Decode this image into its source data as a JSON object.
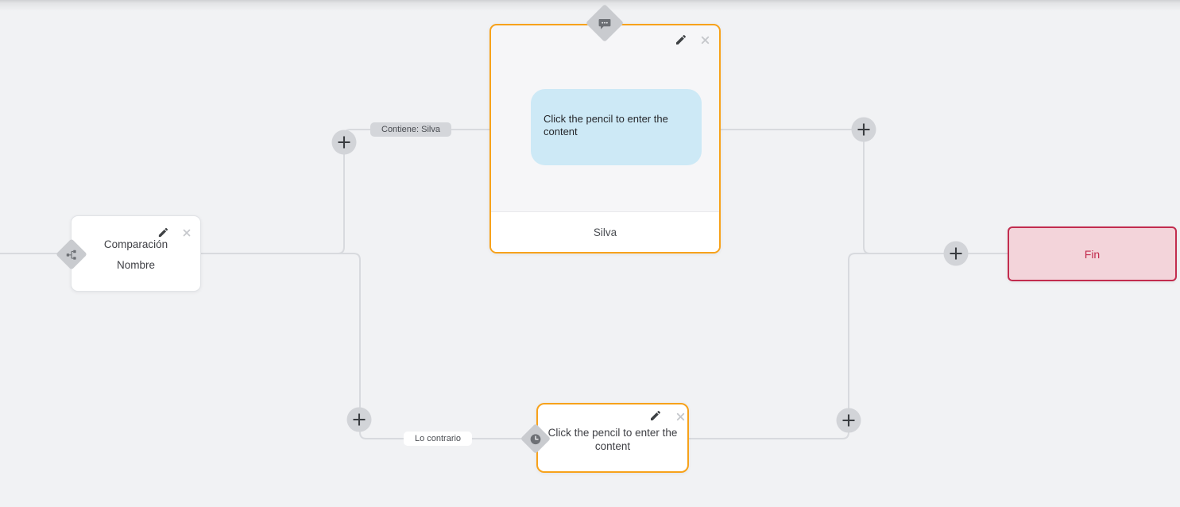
{
  "app": {
    "name": "chatbot flow builder canvas"
  },
  "colors": {
    "canvas_background": "#f1f2f4",
    "connector": "#d8dade",
    "accent_orange": "#f7a21b",
    "end_red": "#c22c4e",
    "end_fill": "#f3d4da",
    "bubble_blue": "#cde9f6",
    "badge_gray": "#c9cbcf"
  },
  "nodes": {
    "condition": {
      "type": "condition",
      "title": [
        "Comparación",
        "Nombre"
      ],
      "icon": "sitemap-icon"
    },
    "message": {
      "type": "message",
      "placeholder": "Click the pencil to enter the content",
      "variant_label": "Silva",
      "icon": "chat-bubble-icon"
    },
    "wait": {
      "type": "action",
      "placeholder": "Click the pencil to enter the content",
      "icon": "clock-icon"
    },
    "end": {
      "type": "end",
      "label": "Fin"
    }
  },
  "edge_labels": {
    "match": "Contiene: Silva",
    "otherwise": "Lo contrario"
  },
  "buttons": {
    "edit_tooltip": "edit",
    "delete_tooltip": "delete",
    "add_tooltip": "add step"
  }
}
